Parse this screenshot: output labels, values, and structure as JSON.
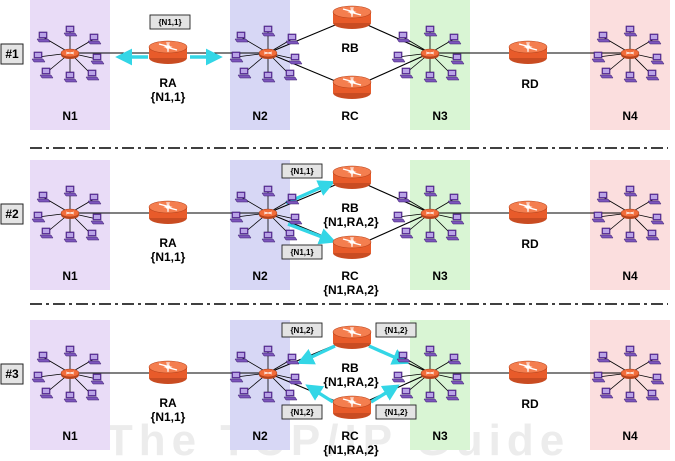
{
  "colors": {
    "n1_bg": "#e9dcf7",
    "n2_bg": "#d7d7f5",
    "n3_bg": "#d9f5d4",
    "n4_bg": "#fbdede",
    "router": "#f26c3a",
    "arrow": "#33d6e6",
    "tag_bg": "#e4e4e4",
    "computer": "#6e3fb0"
  },
  "watermark": "The TCP/IP Guide",
  "stages": [
    {
      "label": "#1",
      "networks": [
        "N1",
        "N2",
        "N3",
        "N4"
      ],
      "routers": {
        "ra": "RA",
        "rb": "RB",
        "rc": "RC",
        "rd": "RD"
      },
      "ra_table": "{N1,1}",
      "rb_table": "",
      "rc_table": "",
      "tags": {
        "t1": "{N1,1}"
      }
    },
    {
      "label": "#2",
      "networks": [
        "N1",
        "N2",
        "N3",
        "N4"
      ],
      "routers": {
        "ra": "RA",
        "rb": "RB",
        "rc": "RC",
        "rd": "RD"
      },
      "ra_table": "{N1,1}",
      "rb_table": "{N1,RA,2}",
      "rc_table": "{N1,RA,2}",
      "tags": {
        "t1": "{N1,1}",
        "t2": "{N1,1}"
      }
    },
    {
      "label": "#3",
      "networks": [
        "N1",
        "N2",
        "N3",
        "N4"
      ],
      "routers": {
        "ra": "RA",
        "rb": "RB",
        "rc": "RC",
        "rd": "RD"
      },
      "ra_table": "{N1,1}",
      "rb_table": "{N1,RA,2}",
      "rc_table": "{N1,RA,2}",
      "tags": {
        "t1": "{N1,2}",
        "t2": "{N1,2}",
        "t3": "{N1,2}",
        "t4": "{N1,2}"
      }
    }
  ]
}
